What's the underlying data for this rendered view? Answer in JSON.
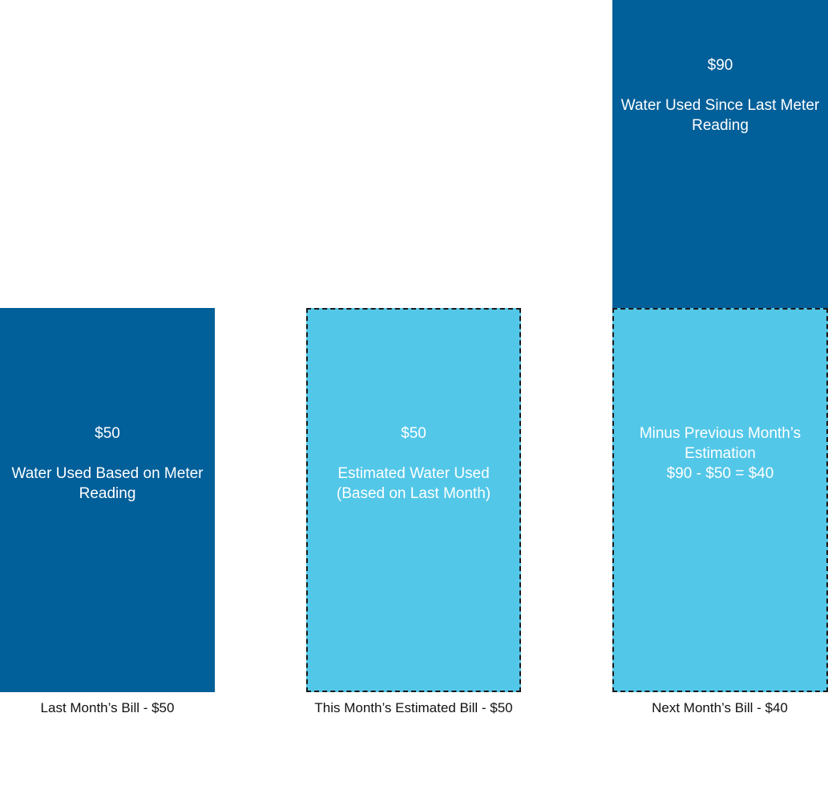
{
  "colors": {
    "actual_usage": "#015f99",
    "estimated_usage": "#53c7e8",
    "dashed_border": "#1a1a1a"
  },
  "columns": [
    {
      "caption": "Last Month’s Bill - $50",
      "blocks": [
        {
          "kind": "actual",
          "amount": "$50",
          "label": "Water Used Based on Meter Reading"
        }
      ]
    },
    {
      "caption": "This Month’s Estimated Bill - $50",
      "blocks": [
        {
          "kind": "estimated",
          "amount": "$50",
          "label": "Estimated Water Used (Based on Last Month)"
        }
      ]
    },
    {
      "caption": "Next Month’s Bill - $40",
      "blocks": [
        {
          "kind": "actual",
          "amount": "$90",
          "label": "Water Used Since Last Meter Reading"
        },
        {
          "kind": "estimated",
          "label": "Minus Previous Month’s Estimation",
          "calculation": "$90 - $50 = $40"
        }
      ]
    }
  ]
}
